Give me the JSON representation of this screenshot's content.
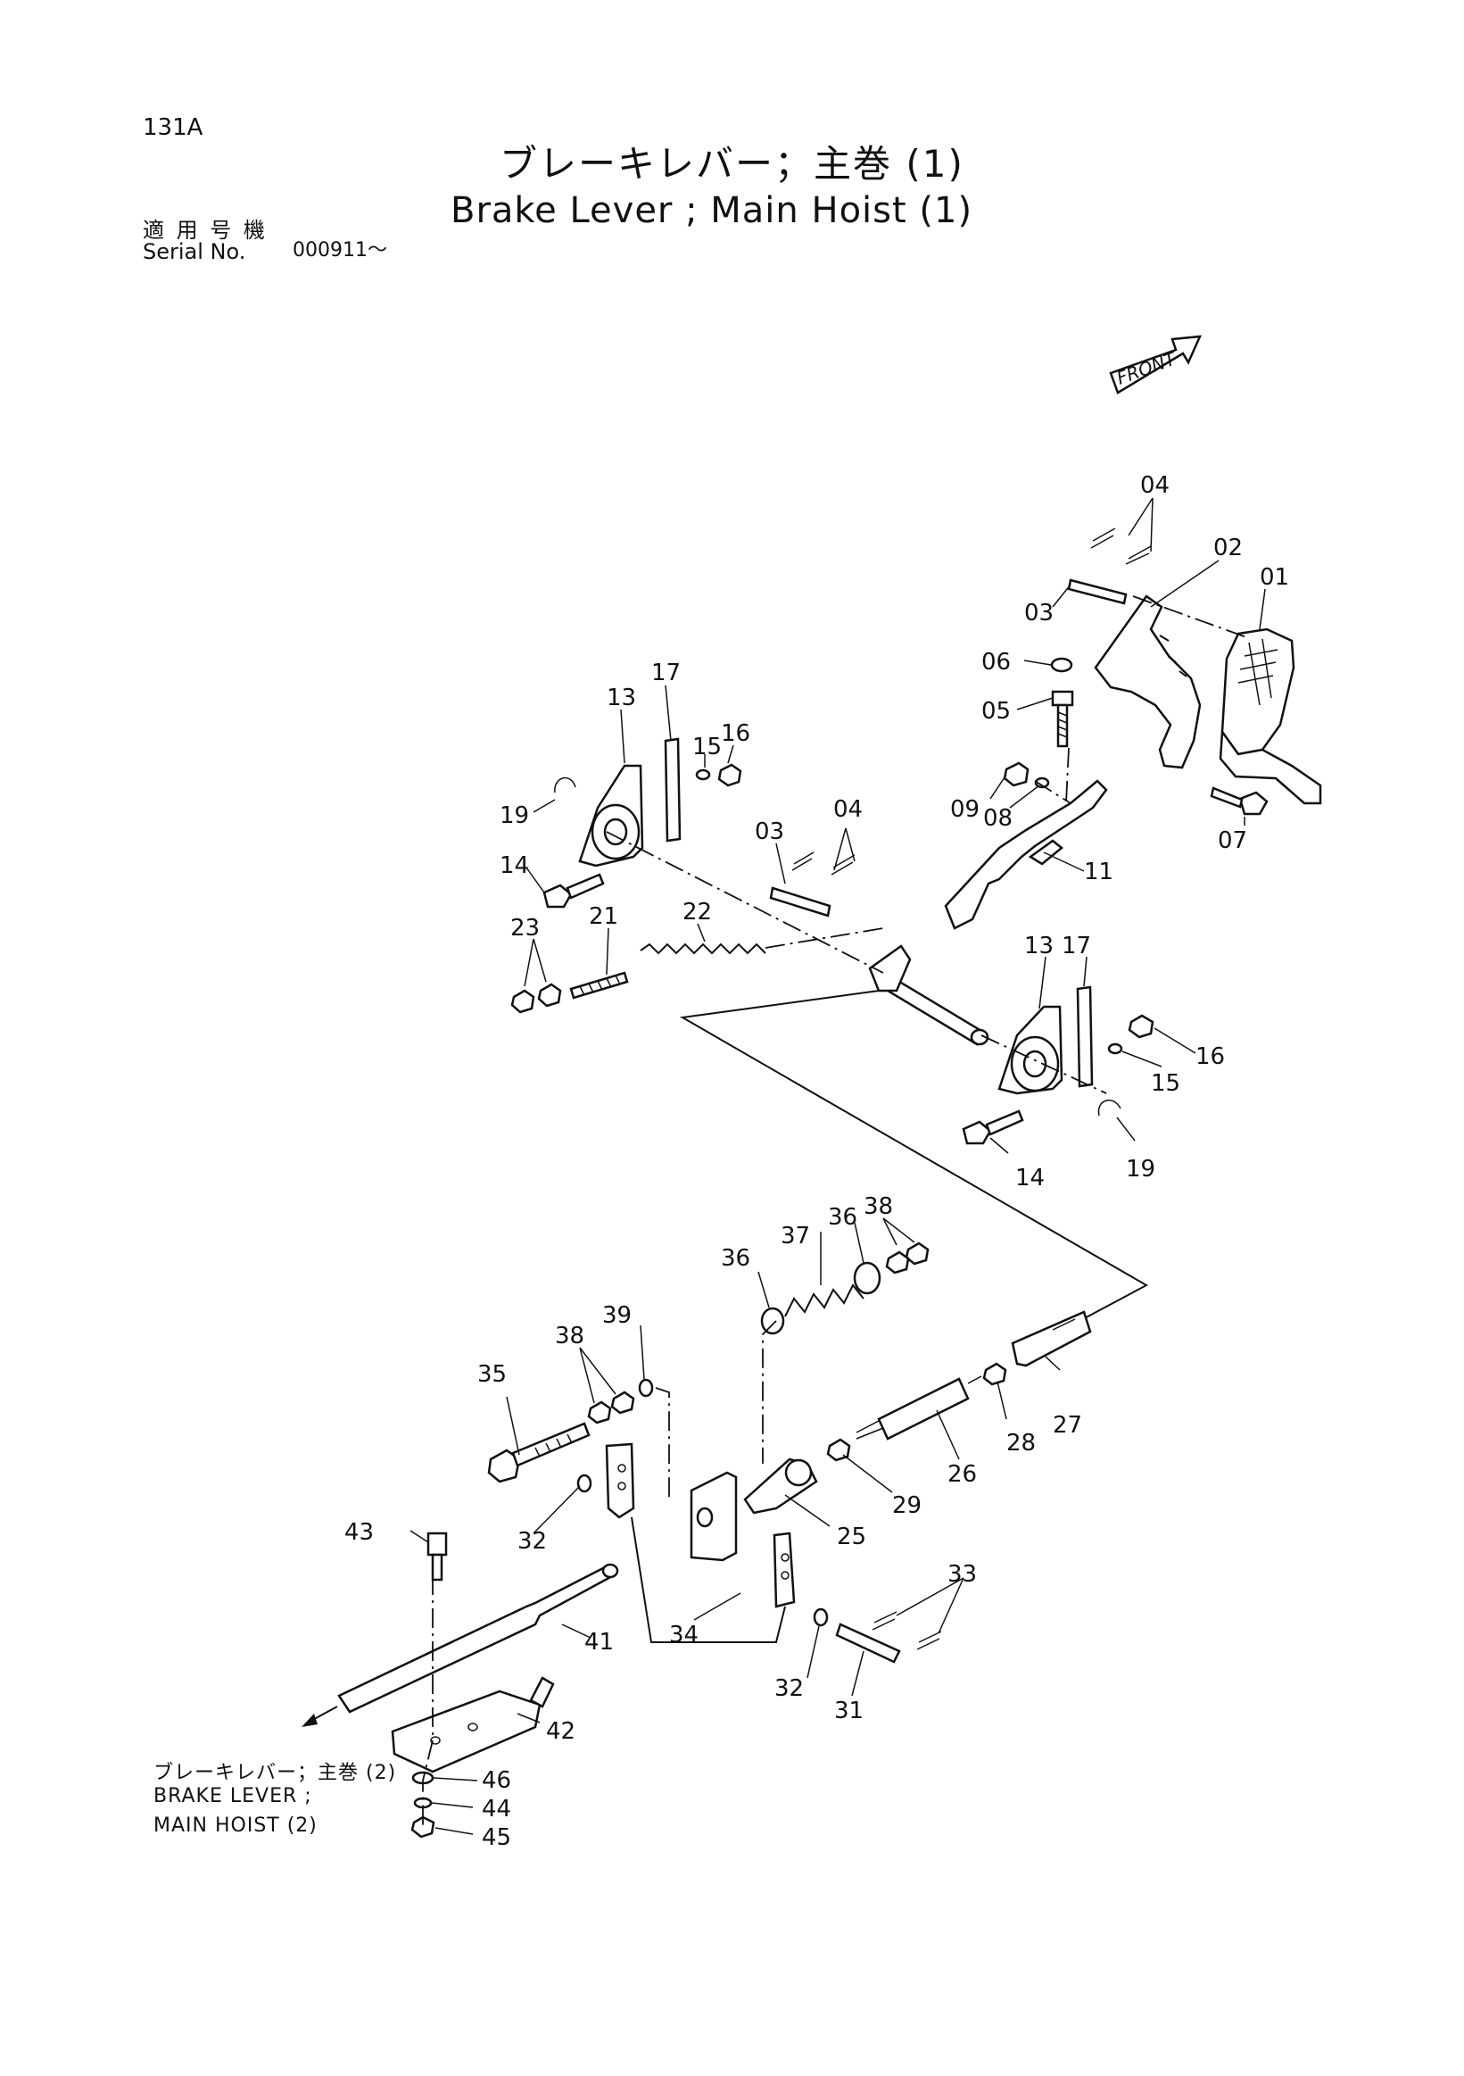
{
  "header": {
    "page_code": "131A",
    "title_jp": "ブレーキレバー；主巻 (1)",
    "title_en": "Brake Lever ; Main Hoist (1)",
    "serial_label_jp": "適 用 号 機",
    "serial_label_en": "Serial No.",
    "serial_value": "000911～"
  },
  "front_label": "FRONT",
  "reference_note": {
    "line1": "ブレーキレバー；主巻 (2)",
    "line2": "BRAKE  LEVER ;",
    "line3": "MAIN  HOIST (2)"
  },
  "callouts": {
    "c04a": "04",
    "c02": "02",
    "c01": "01",
    "c03a": "03",
    "c06": "06",
    "c05": "05",
    "c09": "09",
    "c08": "08",
    "c07": "07",
    "c13a": "13",
    "c17a": "17",
    "c15a": "15",
    "c16a": "16",
    "c19a": "19",
    "c14a": "14",
    "c03b": "03",
    "c04b": "04",
    "c11": "11",
    "c23": "23",
    "c21": "21",
    "c22": "22",
    "c13b": "13",
    "c17b": "17",
    "c16b": "16",
    "c15b": "15",
    "c14b": "14",
    "c19b": "19",
    "c38a": "38",
    "c36a": "36",
    "c37": "37",
    "c36b": "36",
    "c39": "39",
    "c38b": "38",
    "c35": "35",
    "c27": "27",
    "c28": "28",
    "c26": "26",
    "c29": "29",
    "c43": "43",
    "c32a": "32",
    "c25": "25",
    "c41": "41",
    "c34": "34",
    "c33": "33",
    "c32b": "32",
    "c31": "31",
    "c42": "42",
    "c46": "46",
    "c44": "44",
    "c45": "45"
  }
}
